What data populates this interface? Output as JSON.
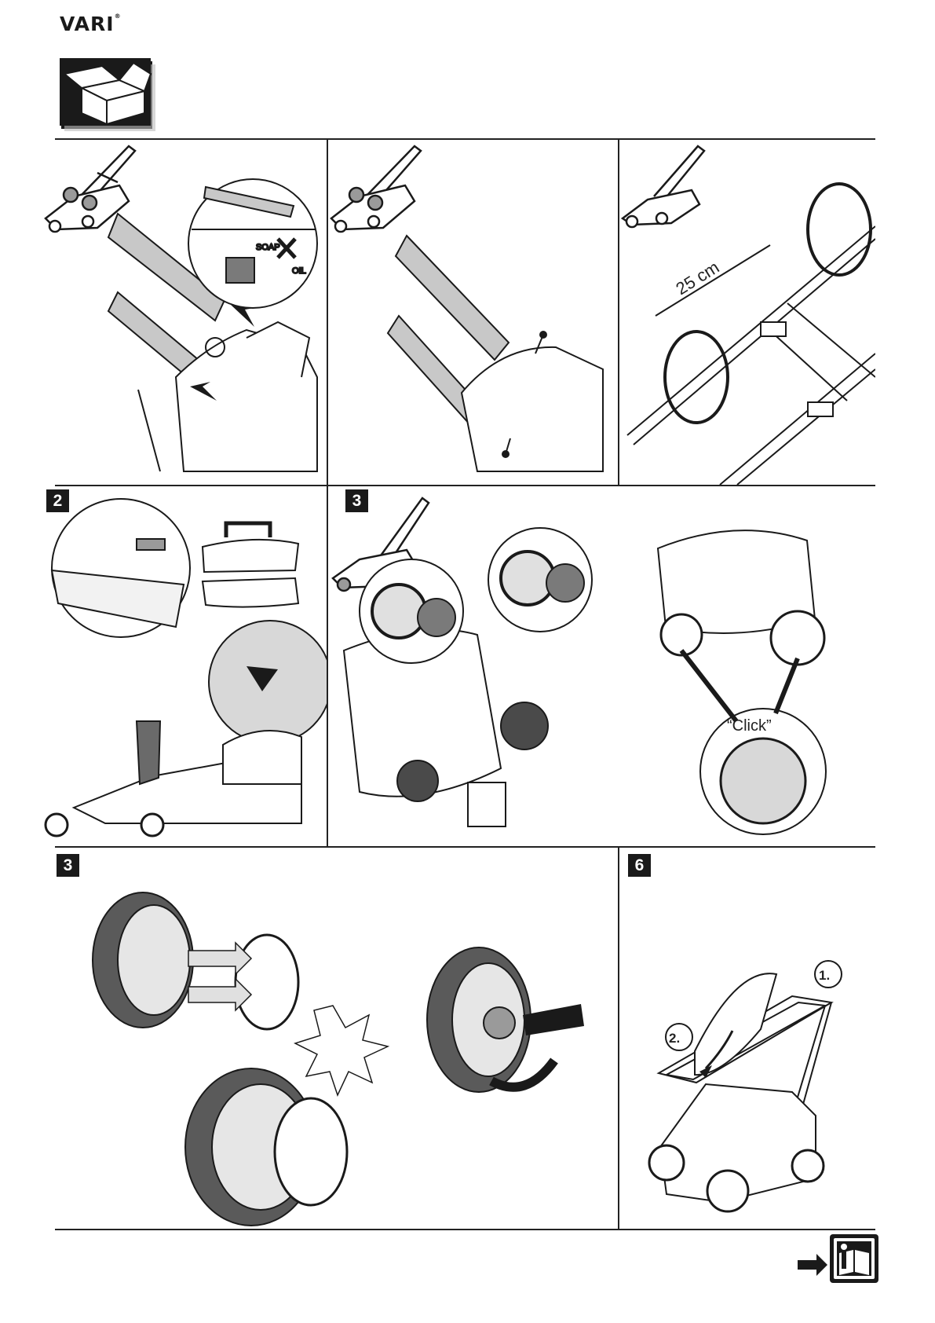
{
  "brand": {
    "name": "VARI",
    "mark": "®"
  },
  "panels": {
    "handle_storage": {
      "soap_label": "SOAP",
      "oil_label": "OIL"
    },
    "cable_clips": {
      "distance": "25 cm"
    },
    "step_2": {
      "number": "2"
    },
    "step_3_top": {
      "number": "3"
    },
    "click_panel": {
      "sound": "“Click”"
    },
    "step_3_bottom": {
      "number": "3"
    },
    "step_6": {
      "number": "6",
      "label_1": "1.",
      "label_2": "2."
    }
  },
  "icons": {
    "unpack": "open-box-icon",
    "manual": "read-manual-icon",
    "arrow": "right-arrow-icon"
  },
  "colors": {
    "ink": "#1a1a1a",
    "grey": "#9a9a9a",
    "light": "#e6e6e6"
  }
}
